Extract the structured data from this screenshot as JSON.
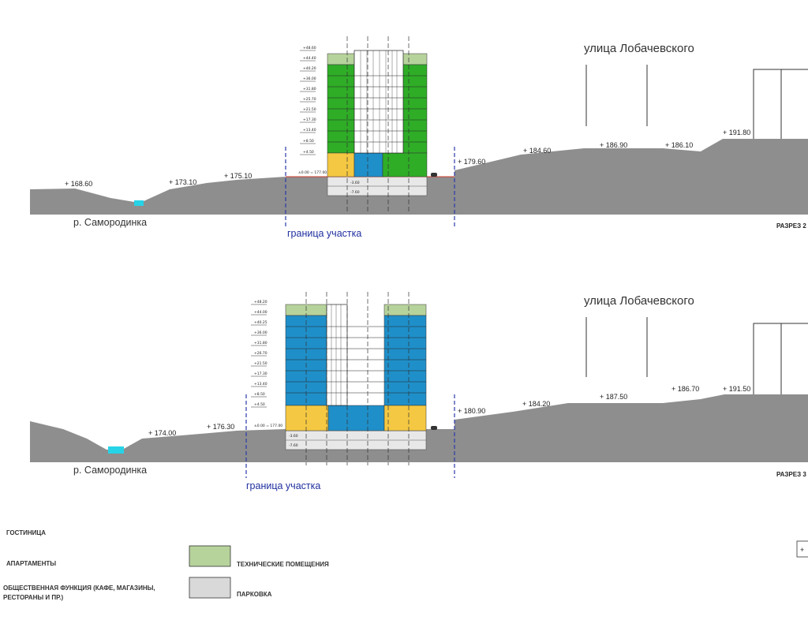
{
  "street_label": "улица Лобачевского",
  "river_label": "р. Самородинка",
  "boundary_label": "граница участка",
  "section_top": {
    "label": "РАЗРЕЗ 2",
    "elevations": [
      "+ 168.60",
      "+ 173.10",
      "+ 175.10",
      "+ 179.60",
      "+ 184.60",
      "+ 186.90",
      "+ 186.10",
      "+ 191.80"
    ],
    "levels": [
      "+48.60",
      "+44.40",
      "+40.20",
      "+36.00",
      "+31.80",
      "+25.70",
      "+21.50",
      "+17.30",
      "+13.40",
      "+8.50",
      "+4.50",
      "±0.00 = 177.00",
      "-3.60",
      "-7.60"
    ]
  },
  "section_bottom": {
    "label": "РАЗРЕЗ 3",
    "elevations": [
      "+ 174.00",
      "+ 176.30",
      "+ 180.90",
      "+ 184.20",
      "+ 187.50",
      "+ 186.70",
      "+ 191.50"
    ],
    "levels": [
      "+48.20",
      "+44.00",
      "+40.25",
      "+36.00",
      "+31.80",
      "+26.70",
      "+21.50",
      "+17.30",
      "+13.40",
      "+8.50",
      "+4.50",
      "±0.00 = 177.00",
      "-3.60",
      "-7.60"
    ]
  },
  "legend": {
    "hotel": "ГОСТИНИЦА",
    "apartments": "АПАРТАМЕНТЫ",
    "public_function": [
      "ОБЩЕСТВЕННАЯ ФУНКЦИЯ (КАФЕ, МАГАЗИНЫ,",
      "РЕСТОРАНЫ И ПР.)"
    ],
    "technical": "ТЕХНИЧЕСКИЕ ПОМЕЩЕНИЯ",
    "parking": "ПАРКОВКА",
    "corner_mark": "+"
  },
  "colors": {
    "ground": "#8e8e8e",
    "hotel_green": "#2fad27",
    "apartment_blue": "#1f8fc9",
    "public_yellow": "#f4c842",
    "technical": "#b7d39c",
    "parking": "#d9d9d9",
    "boundary": "#2a3aa8",
    "water": "#27d3e6"
  }
}
